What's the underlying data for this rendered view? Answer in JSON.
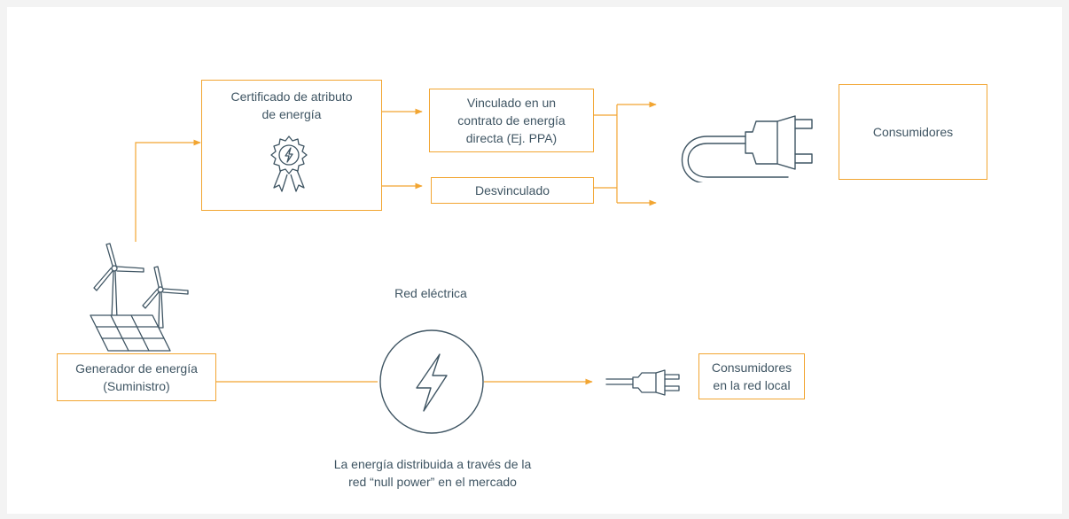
{
  "diagram": {
    "certificate_box": "Certificado de atributo\nde energía",
    "bundled_box": "Vinculado en un\ncontrato de energía\ndirecta (Ej. PPA)",
    "unbundled_box": "Desvinculado",
    "consumers_box": "Consumidores",
    "generator_box": "Generador de energía\n(Suministro)",
    "grid_label": "Red eléctrica",
    "distribution_label": "La energía distribuida a través de la\nred “null power” en el mercado",
    "local_consumers_box": "Consumidores\nen la red local"
  },
  "colors": {
    "accent": "#f2a531",
    "icon": "#3f5563",
    "text": "#3f5563"
  },
  "icons": [
    "certificate-badge-icon",
    "wind-turbines-solar-panel-icon",
    "lightning-bolt-icon",
    "electric-plug-icon"
  ]
}
